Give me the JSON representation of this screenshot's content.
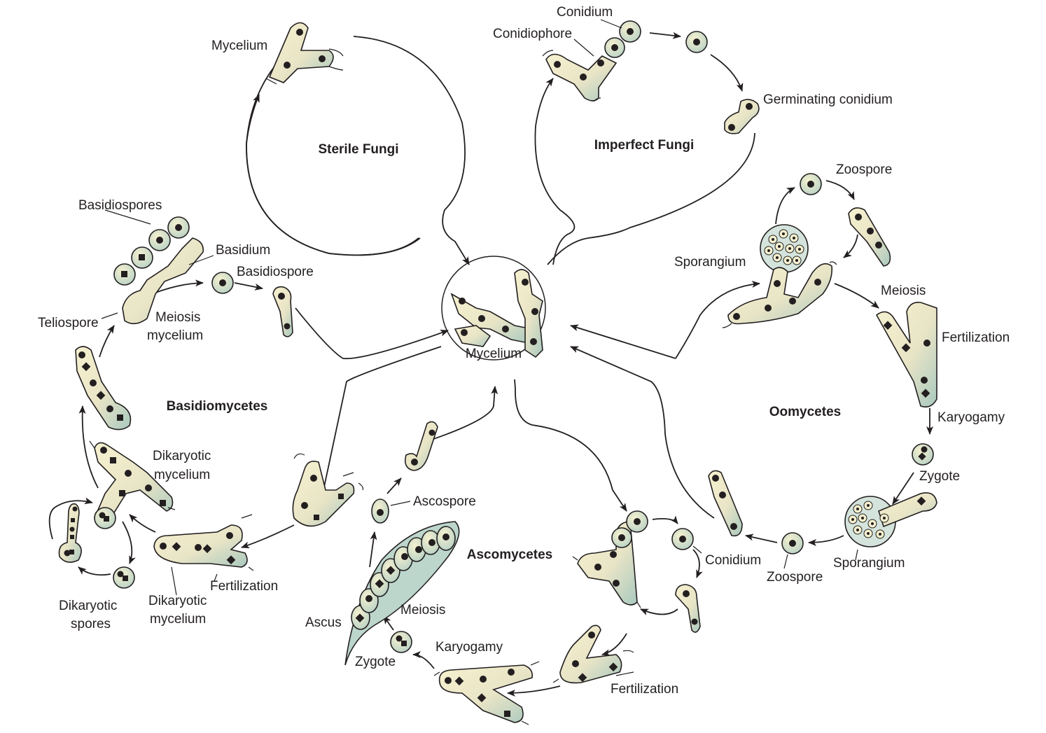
{
  "colors": {
    "cell_fill_light": "#f6f1cf",
    "cell_fill_dark": "#a9c9bf",
    "ink": "#231f20"
  },
  "center": {
    "label": "Mycelium"
  },
  "groups": {
    "sterile": {
      "title": "Sterile Fungi",
      "labels": {
        "mycelium": "Mycelium"
      }
    },
    "imperfect": {
      "title": "Imperfect Fungi",
      "labels": {
        "conidium": "Conidium",
        "conidiophore": "Conidiophore",
        "germinating": "Germinating conidium"
      }
    },
    "oomycetes": {
      "title": "Oomycetes",
      "labels": {
        "zoospore_top": "Zoospore",
        "sporangium_top": "Sporangium",
        "meiosis": "Meiosis",
        "fertilization": "Fertilization",
        "karyogamy": "Karyogamy",
        "zygote": "Zygote",
        "sporangium_bottom": "Sporangium",
        "zoospore_bottom": "Zoospore"
      }
    },
    "ascomycetes": {
      "title": "Ascomycetes",
      "labels": {
        "ascospore": "Ascospore",
        "ascus": "Ascus",
        "meiosis": "Meiosis",
        "zygote": "Zygote",
        "karyogamy": "Karyogamy",
        "fertilization": "Fertilization",
        "conidium": "Conidium"
      }
    },
    "basidiomycetes": {
      "title": "Basidiomycetes",
      "labels": {
        "basidiospores": "Basidiospores",
        "basidium": "Basidium",
        "basidiospore": "Basidiospore",
        "teliospore": "Teliospore",
        "meiosis_l1": "Meiosis",
        "meiosis_l2": "mycelium",
        "dik_myc_top_l1": "Dikaryotic",
        "dik_myc_top_l2": "mycelium",
        "fertilization": "Fertilization",
        "dik_myc_bot_l1": "Dikaryotic",
        "dik_myc_bot_l2": "mycelium",
        "dik_spores_l1": "Dikaryotic",
        "dik_spores_l2": "spores"
      }
    }
  }
}
